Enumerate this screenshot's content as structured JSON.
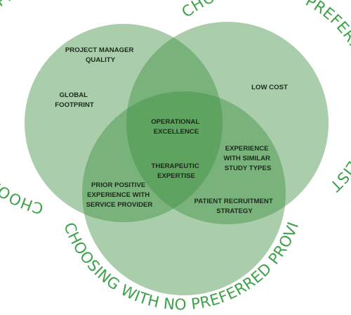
{
  "diagram": {
    "sets": [
      {
        "id": "A",
        "label": "CHOOSING AMONG PREFERRED PROVIDERS"
      },
      {
        "id": "B",
        "label": "CHOOSING OFF PREFERRED PROVIDER LIST"
      },
      {
        "id": "C",
        "label": "CHOOSING WITH NO PREFERRED PROVIDER LIST"
      }
    ],
    "items": {
      "project_manager_quality": [
        "PROJECT MANAGER",
        "QUALITY"
      ],
      "global_footprint": [
        "GLOBAL",
        "FOOTPRINT"
      ],
      "low_cost": [
        "LOW COST"
      ],
      "operational_excellence": [
        "OPERATIONAL",
        "EXCELLENCE"
      ],
      "therapeutic_expertise": [
        "THERAPEUTIC",
        "EXPERTISE"
      ],
      "experience_similar_study": [
        "EXPERIENCE",
        "WITH SIMILAR",
        "STUDY TYPES"
      ],
      "prior_positive_experience": [
        "PRIOR POSITIVE",
        "EXPERIENCE WITH",
        "SERVICE PROVIDER"
      ],
      "patient_recruitment_strategy": [
        "PATIENT RECRUITMENT",
        "STRATEGY"
      ]
    }
  }
}
